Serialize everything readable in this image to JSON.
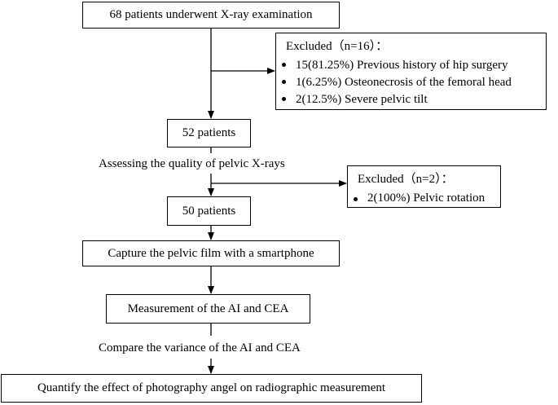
{
  "nodes": {
    "start": "68 patients underwent X-ray examination",
    "excluded1_title": "Excluded（n=16）：",
    "excluded1_items": [
      "15(81.25%) Previous history of hip surgery",
      "1(6.25%) Osteonecrosis of the femoral head",
      "2(12.5%) Severe pelvic tilt"
    ],
    "patients52": "52 patients",
    "assess_label": "Assessing the quality of pelvic X-rays",
    "excluded2_title": "Excluded（n=2）：",
    "excluded2_items": [
      "2(100%) Pelvic rotation"
    ],
    "patients50": "50 patients",
    "capture": "Capture the pelvic film with a smartphone",
    "measure": "Measurement of the AI and CEA",
    "compare_label": "Compare the variance of the AI and CEA",
    "quantify": "Quantify the effect of photography angel on radiographic measurement"
  }
}
